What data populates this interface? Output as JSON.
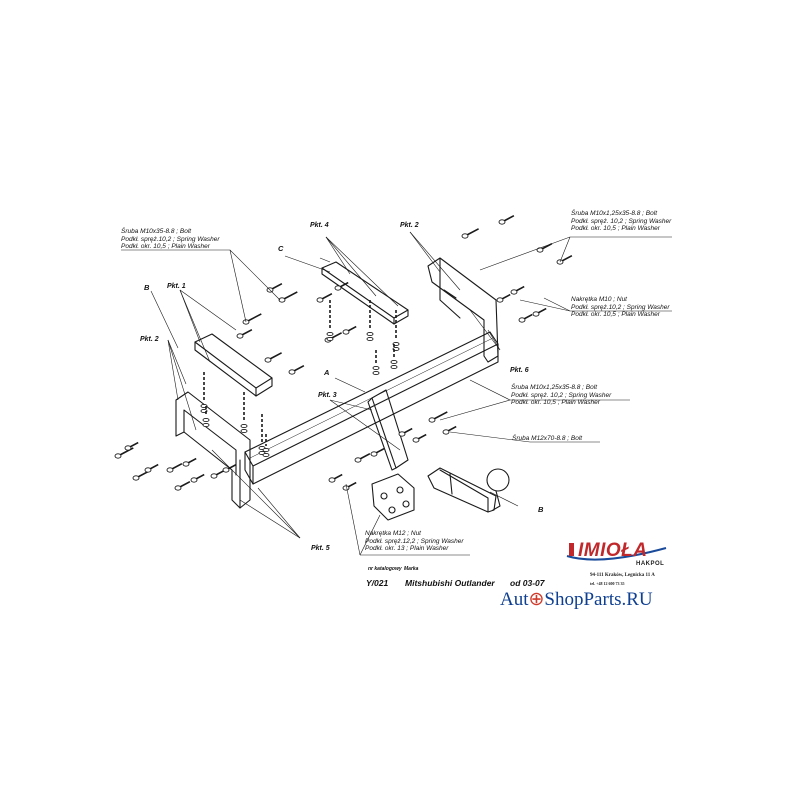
{
  "callouts": {
    "top_left": [
      "Śruba M10x35-8.8 ;  Bolt",
      "Podkł. spręż.10,2 ; Spring Washer",
      "Podkł. okr. 10,5 ; Plain Washer"
    ],
    "top_right": [
      "Śruba M10x1,25x35-8.8 ;  Bolt",
      "Podkł. spręż. 10,2 ; Spring Washer",
      "Podkł. okr. 10,5 ; Plain Washer"
    ],
    "nut_right": [
      "Nakrętka  M10 ;  Nut",
      "Podkł. spręż.10,2 ; Spring Washer",
      "Podkł. okr. 10,5 ; Plain Washer"
    ],
    "middle": [
      "Śruba M10x1,25x35-8.8 ;  Bolt",
      "Podkł. spręż. 10,2 ; Spring Washer",
      "Podkł. okr. 10,5 ; Plain Washer"
    ],
    "bolt_m12": "Śruba M12x70-8.8 ;  Bolt",
    "nut_bottom": [
      "Nakrętka  M12 ; Nut",
      "Podkł. spręż.12,2 ; Spring Washer",
      "Podkł. okr. 13 ; Plain Washer"
    ]
  },
  "points": {
    "pkt1": "Pkt. 1",
    "pkt2_left": "Pkt. 2",
    "pkt2_top": "Pkt. 2",
    "pkt3": "Pkt. 3",
    "pkt4": "Pkt. 4",
    "pkt5": "Pkt. 5",
    "pkt6": "Pkt. 6"
  },
  "letters": {
    "a": "A",
    "b_left": "B",
    "b_right": "B",
    "c": "C"
  },
  "meta": {
    "catalog_header": "nr katalogowy",
    "catalog_value": "Y/021",
    "model_header": "Marka",
    "model_value": "Mitshubishi Outlander",
    "date_value": "od 03-07"
  },
  "brand": {
    "name": "IMIOŁA",
    "sub": "HAKPOL",
    "address_line1": "94-111 Kraków, Legnicka 11 A",
    "address_line2": "tel. +48 12 600 73 35",
    "color": "#c0282b"
  },
  "watermark": {
    "part1": "Aut",
    "part2": "ShopParts.RU",
    "color": "#0e3f92",
    "accent": "#d03a2a"
  }
}
